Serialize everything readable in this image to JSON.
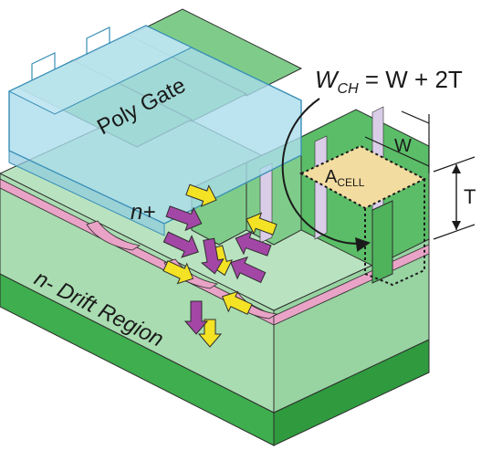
{
  "labels": {
    "poly_gate": "Poly Gate",
    "n_plus": "n+",
    "drift_region": "n- Drift Region",
    "equation": {
      "w": "W",
      "w_sub": "CH",
      "rhs": " = W + 2T"
    },
    "a_cell": {
      "a": "A",
      "sub": "CELL"
    },
    "w_dim": "W",
    "t_dim": "T"
  },
  "colors": {
    "substrate_green": "#3fae4e",
    "drift_green": "#a9dcb1",
    "fin_green": "#7fcc8a",
    "fin_dark_green": "#5bbd68",
    "pink_layer": "#e9a3c7",
    "gate_blue": "#a9dcec",
    "gate_edge": "#3a8fb7",
    "cell_tan": "#f3dca0",
    "electron_arrow": "#f4e224",
    "hole_arrow": "#a347a6",
    "outline": "#2d2d2d"
  },
  "icons": {
    "electron_flow": "yellow-arrow",
    "current_flow": "purple-arrow"
  }
}
